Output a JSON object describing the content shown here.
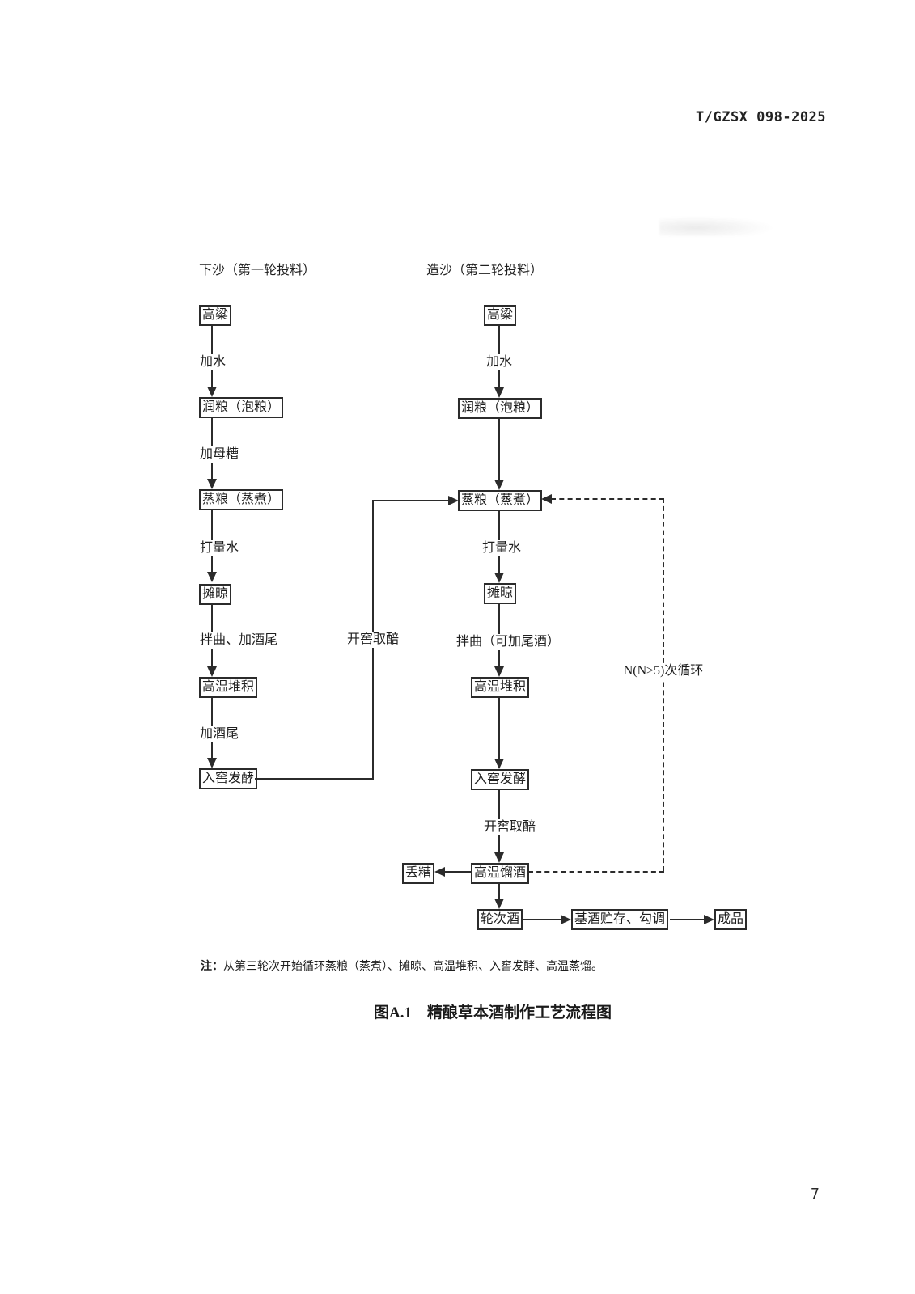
{
  "header": {
    "doc_code": "T/GZSX 098-2025"
  },
  "colors": {
    "ink": "#2b2b2b",
    "page_bg": "#ffffff"
  },
  "flow": {
    "left": {
      "header": "下沙（第一轮投料）",
      "boxes": [
        "高粱",
        "润粮（泡粮）",
        "蒸粮（蒸煮）",
        "摊晾",
        "高温堆积",
        "入窖发酵"
      ],
      "labels": [
        "加水",
        "加母糟",
        "打量水",
        "拌曲、加酒尾",
        "加酒尾"
      ]
    },
    "right": {
      "header": "造沙（第二轮投料）",
      "boxes": [
        "高粱",
        "润粮（泡粮）",
        "蒸粮（蒸煮）",
        "摊晾",
        "高温堆积",
        "入窖发酵",
        "高温馏酒",
        "轮次酒"
      ],
      "labels": [
        "加水",
        "打量水",
        "拌曲（可加尾酒）",
        "开窖取醅"
      ]
    },
    "loop_solid_label": "开窖取醅",
    "loop_dashed_label": "N(N≥5)次循环",
    "discard_box": "丢糟",
    "storage_box": "基酒贮存、勾调",
    "final_box": "成品"
  },
  "note": {
    "prefix": "注：",
    "text": "从第三轮次开始循环蒸粮（蒸煮）、摊晾、高温堆积、入窖发酵、高温蒸馏。"
  },
  "caption": "图A.1　精酿草本酒制作工艺流程图",
  "footer": {
    "page_number": "7"
  }
}
